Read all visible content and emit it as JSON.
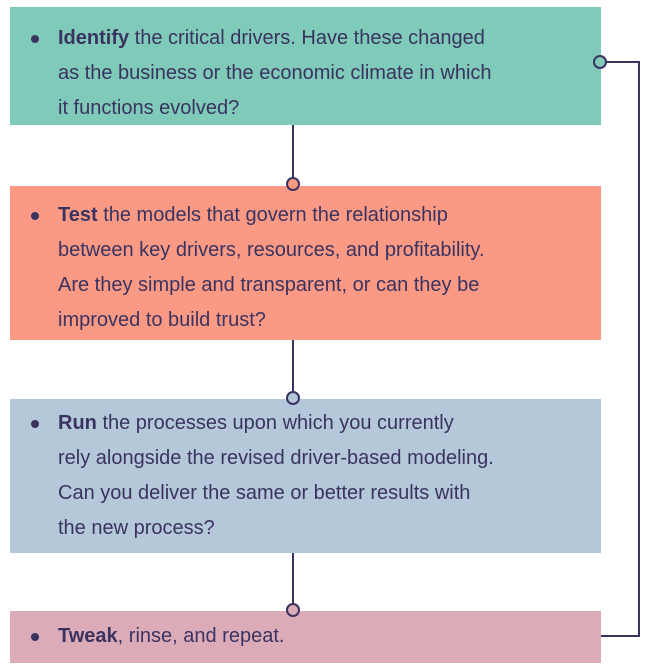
{
  "colors": {
    "ink": "#3a3360",
    "box_identify": "#7fcab9",
    "box_test": "#fb9a84",
    "box_run": "#b5c8d9",
    "box_tweak": "#dcabb8",
    "background": "#ffffff"
  },
  "steps": [
    {
      "keyword": "Identify",
      "line_1_rest": " the critical drivers. Have these changed",
      "line_2": "as the business or the economic climate in which",
      "line_3": "it functions evolved?"
    },
    {
      "keyword": "Test",
      "line_1_rest": " the models that govern the relationship",
      "line_2": "between key drivers, resources, and profitability.",
      "line_3": "Are they simple and transparent, or can they be",
      "line_4": "improved to build trust?"
    },
    {
      "keyword": "Run",
      "line_1_rest": " the processes upon which you currently",
      "line_2": "rely alongside the revised driver-based modeling.",
      "line_3": "Can you deliver the same or better results with",
      "line_4": "the new process?"
    },
    {
      "keyword": "Tweak",
      "line_1_rest": ", rinse, and repeat."
    }
  ],
  "icons": {
    "connector_node": "circle-node-icon",
    "bullet": "bullet-dot-icon"
  }
}
